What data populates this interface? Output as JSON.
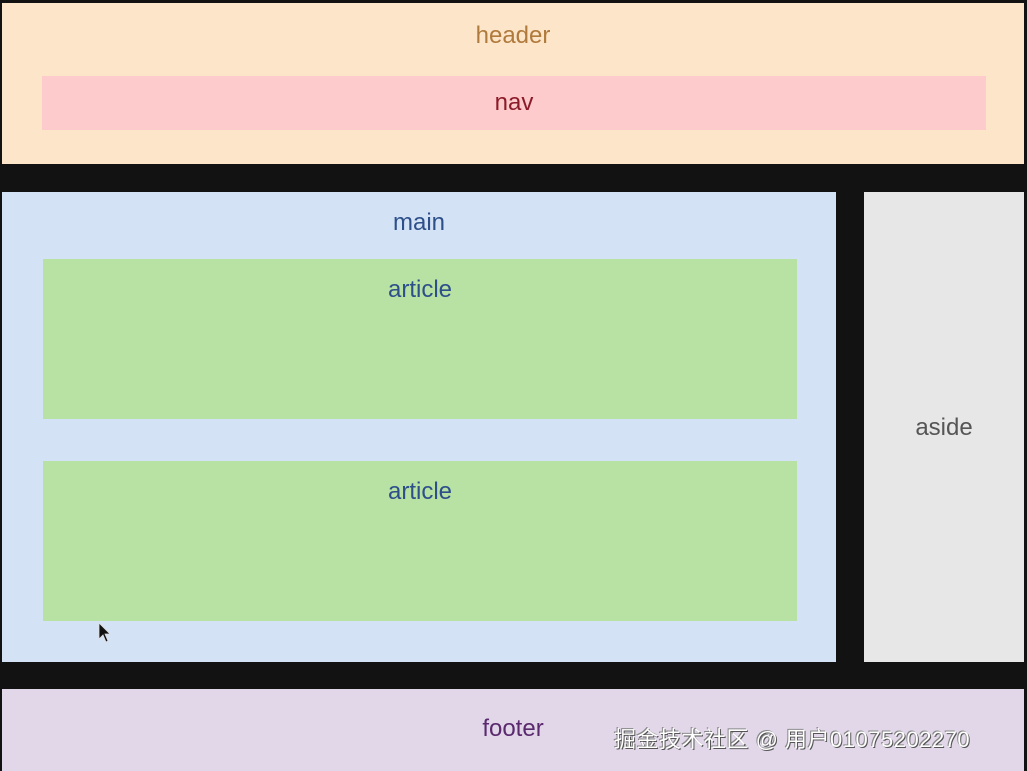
{
  "diagram": {
    "header": {
      "label": "header",
      "color": "#fde5c9"
    },
    "nav": {
      "label": "nav",
      "color": "#fdcbcb"
    },
    "main": {
      "label": "main",
      "color": "#d3e2f5",
      "articles": [
        {
          "label": "article",
          "color": "#b8e1a4"
        },
        {
          "label": "article",
          "color": "#b8e1a4"
        }
      ]
    },
    "aside": {
      "label": "aside",
      "color": "#e7e7e7"
    },
    "footer": {
      "label": "footer",
      "color": "#e1d7e9"
    },
    "background_color": "#121212"
  },
  "watermark": {
    "text": "掘金技术社区 @ 用户01075202270"
  }
}
